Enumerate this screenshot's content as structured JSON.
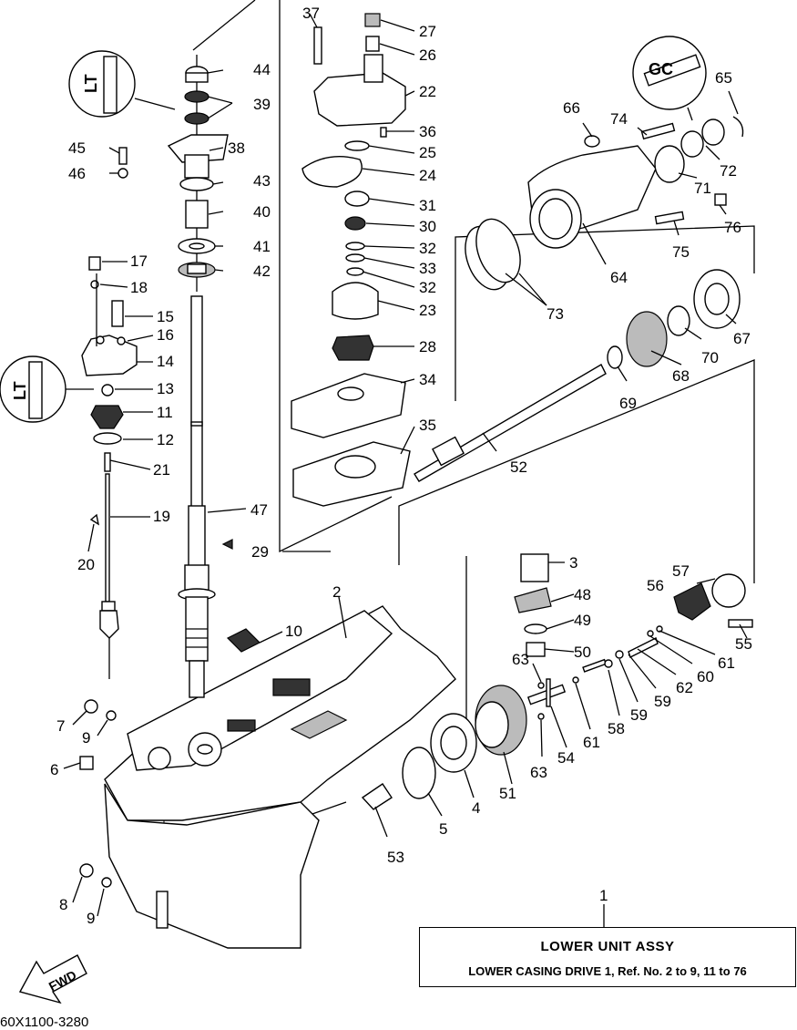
{
  "title": {
    "main": "LOWER  UNIT ASSY",
    "sub": "LOWER CASING DRIVE 1,   Ref. No. 2 to 9, 11 to 76"
  },
  "drawing_code": "60X1100-3280",
  "fwd_label": "FWD",
  "callouts": {
    "c1": "1",
    "c2": "2",
    "c3": "3",
    "c4": "4",
    "c5": "5",
    "c6": "6",
    "c7": "7",
    "c8": "8",
    "c9a": "9",
    "c9b": "9",
    "c10": "10",
    "c11": "11",
    "c12": "12",
    "c13": "13",
    "c14": "14",
    "c15": "15",
    "c16": "16",
    "c17": "17",
    "c18": "18",
    "c19": "19",
    "c20": "20",
    "c21": "21",
    "c22": "22",
    "c23": "23",
    "c24": "24",
    "c25": "25",
    "c26": "26",
    "c27": "27",
    "c28": "28",
    "c29": "29",
    "c30": "30",
    "c31": "31",
    "c32a": "32",
    "c32b": "32",
    "c33": "33",
    "c34": "34",
    "c35": "35",
    "c36": "36",
    "c37": "37",
    "c38": "38",
    "c39": "39",
    "c40": "40",
    "c41": "41",
    "c42": "42",
    "c43": "43",
    "c44": "44",
    "c45": "45",
    "c46": "46",
    "c47": "47",
    "c48": "48",
    "c49": "49",
    "c50": "50",
    "c51": "51",
    "c52": "52",
    "c53": "53",
    "c54": "54",
    "c55": "55",
    "c56": "56",
    "c57": "57",
    "c58": "58",
    "c59a": "59",
    "c59b": "59",
    "c60": "60",
    "c61a": "61",
    "c61b": "61",
    "c62": "62",
    "c63a": "63",
    "c63b": "63",
    "c64": "64",
    "c65": "65",
    "c66": "66",
    "c67": "67",
    "c68": "68",
    "c69": "69",
    "c70": "70",
    "c71": "71",
    "c72": "72",
    "c73": "73",
    "c74": "74",
    "c75": "75",
    "c76": "76"
  },
  "lube_symbols": {
    "s1": "LT",
    "s2": "LT",
    "s3": "GC"
  },
  "colors": {
    "ink": "#000000",
    "paper": "#ffffff"
  }
}
